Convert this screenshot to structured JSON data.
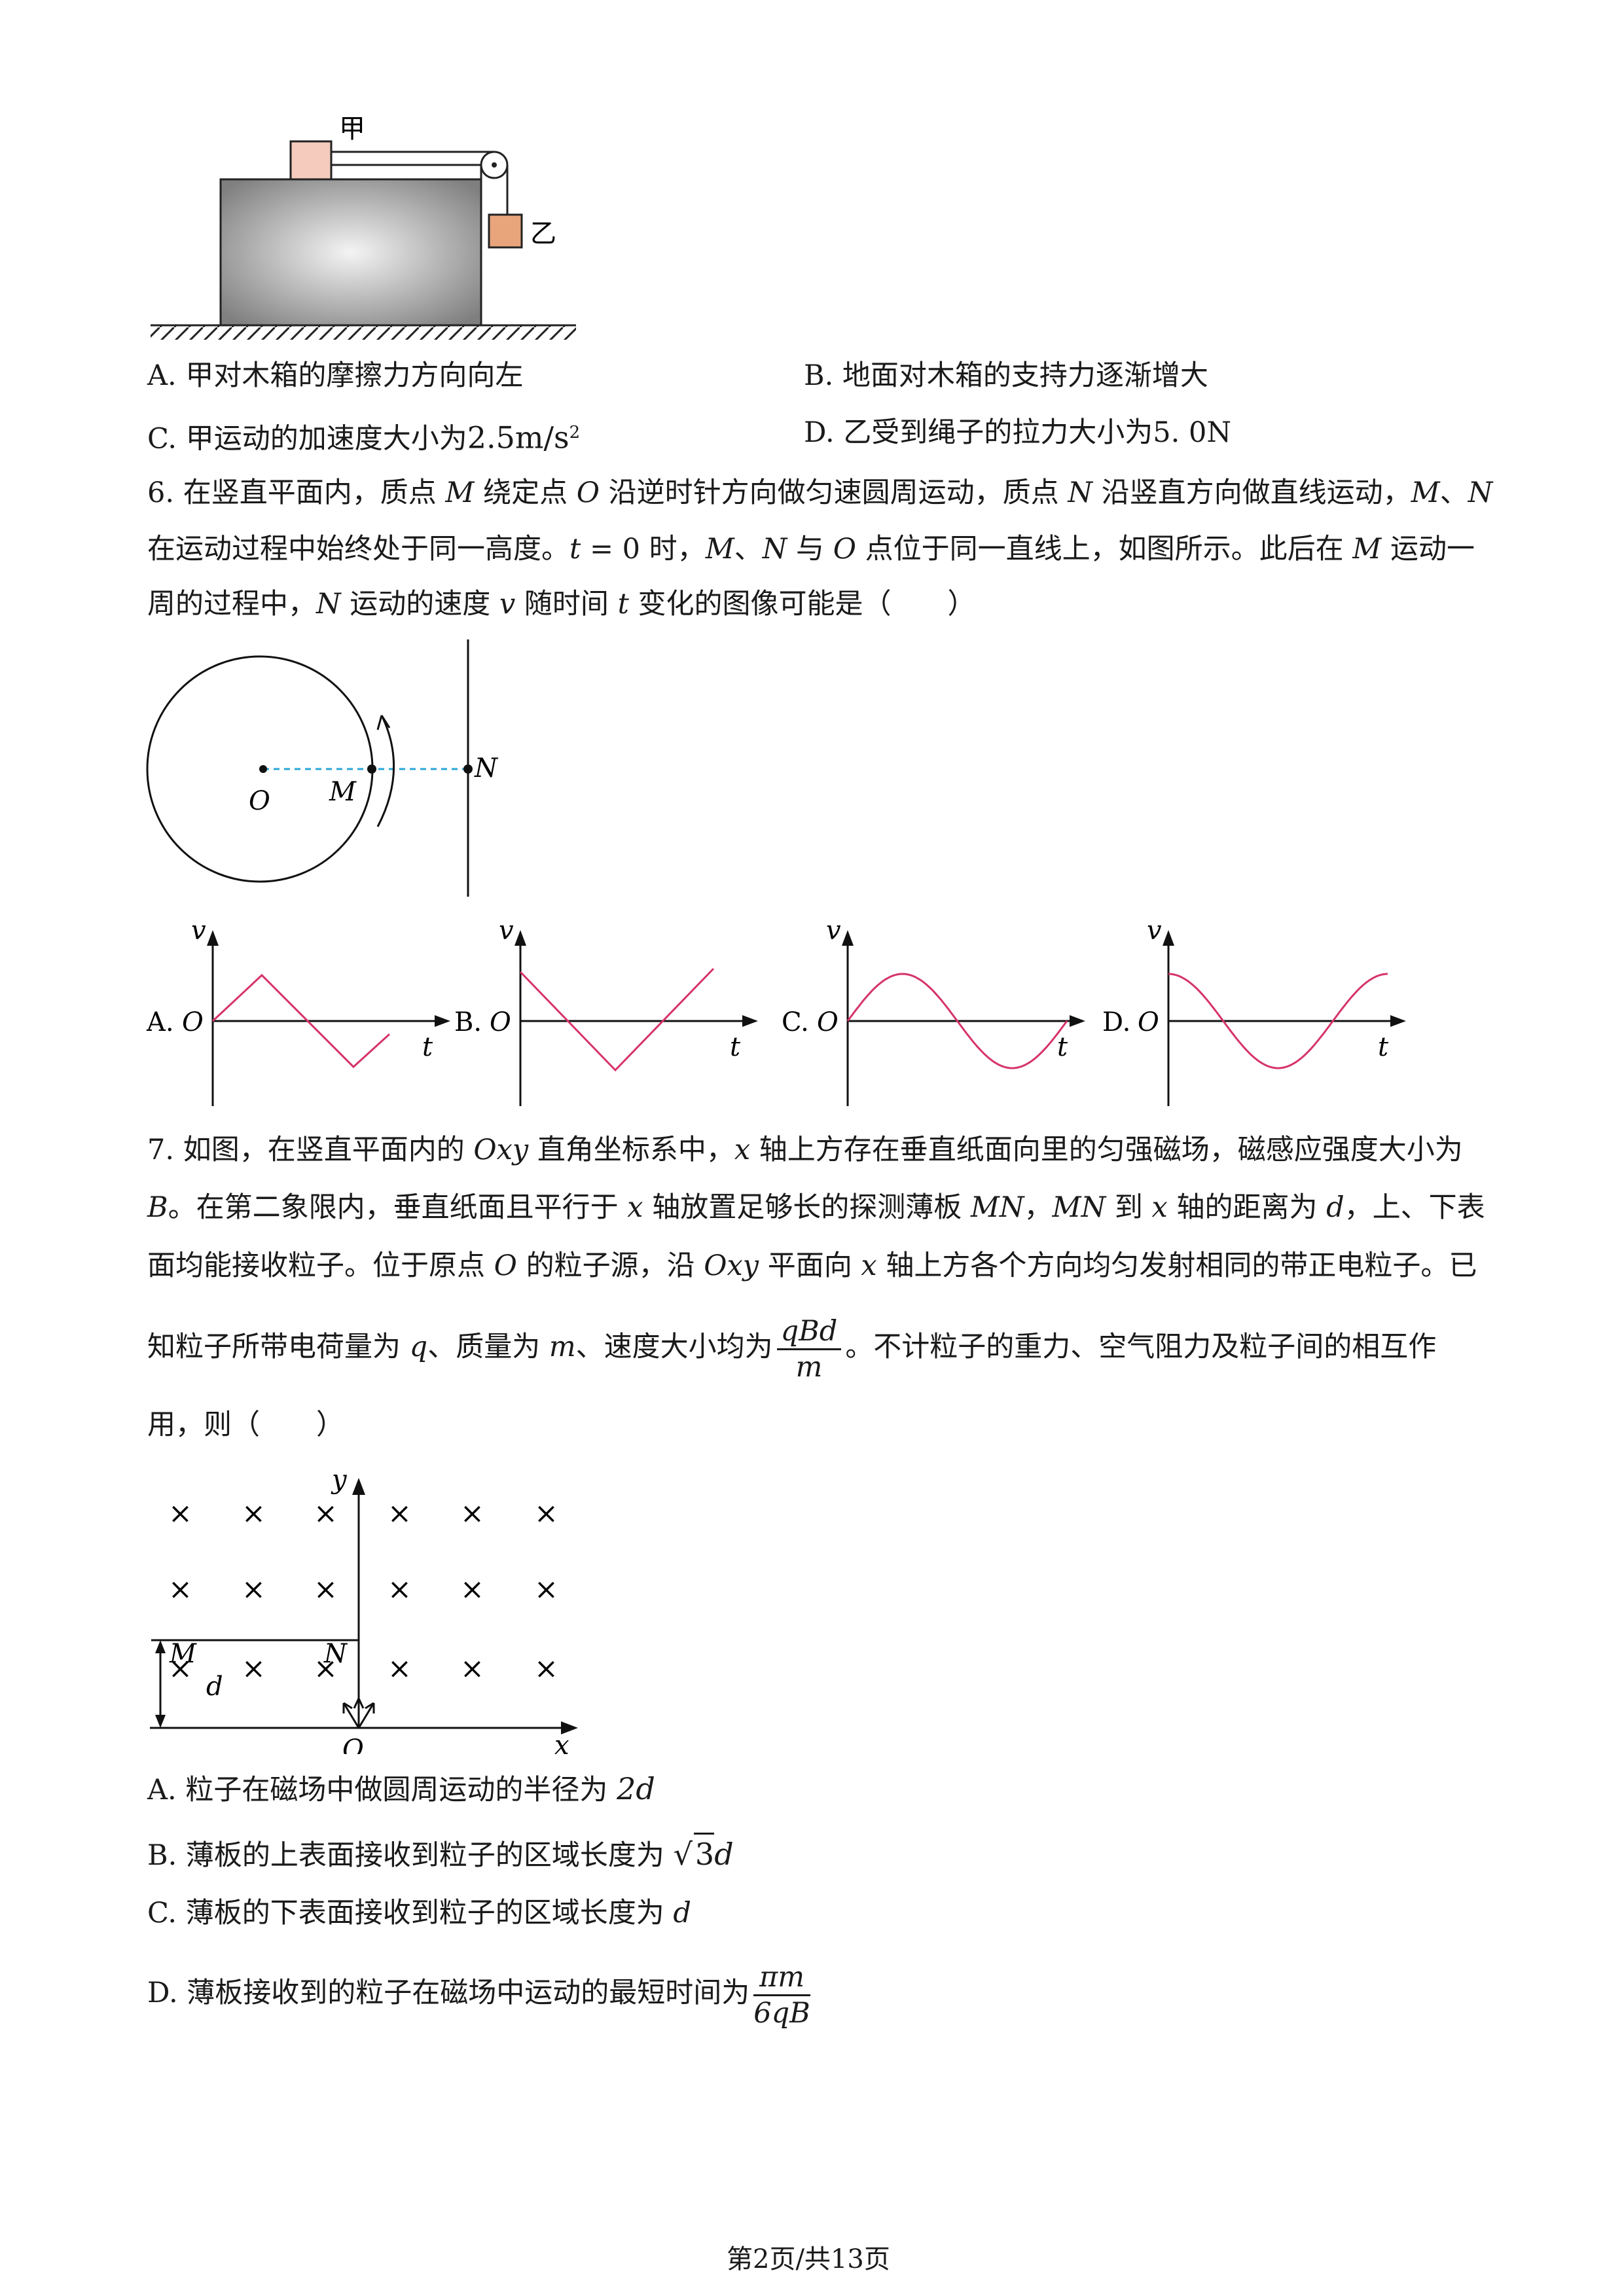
{
  "q5": {
    "fig_labels": {
      "jia": "甲",
      "yi": "乙"
    },
    "options": {
      "A": "A. 甲对木箱的摩擦力方向向左",
      "B": "B. 地面对木箱的支持力逐渐增大",
      "C_prefix": "C. 甲运动的加速度大小为",
      "C_value": "2.5m/s",
      "C_sup": "2",
      "D": "D. 乙受到绳子的拉力大小为5. 0N"
    }
  },
  "q6": {
    "line1": [
      "6. 在竖直平面内，质点 ",
      "M",
      " 绕定点 ",
      "O",
      " 沿逆时针方向做匀速圆周运动，质点 ",
      "N",
      " 沿竖直方向做直线运动，",
      "M",
      "、",
      "N"
    ],
    "line2": [
      "在运动过程中始终处于同一高度。",
      "t",
      " = 0 时，",
      "M",
      "、",
      "N",
      " 与 ",
      "O",
      " 点位于同一直线上，如图所示。此后在 ",
      "M",
      " 运动一"
    ],
    "line3": [
      "周的过程中，",
      "N",
      " 运动的速度 ",
      "v",
      " 随时间 ",
      "t",
      " 变化的图像可能是（　　）"
    ],
    "fig_labels": {
      "O": "O",
      "M": "M",
      "N": "N"
    },
    "graphs": [
      {
        "letter": "A.",
        "origin": "O",
        "v": "v",
        "t": "t",
        "shape": "triangle-start-zero"
      },
      {
        "letter": "B.",
        "origin": "O",
        "v": "v",
        "t": "t",
        "shape": "v-shape"
      },
      {
        "letter": "C.",
        "origin": "O",
        "v": "v",
        "t": "t",
        "shape": "sine"
      },
      {
        "letter": "D.",
        "origin": "O",
        "v": "v",
        "t": "t",
        "shape": "cosine"
      }
    ]
  },
  "q7": {
    "line1": [
      "7. 如图，在竖直平面内的 ",
      "Oxy",
      " 直角坐标系中，",
      "x",
      " 轴上方存在垂直纸面向里的匀强磁场，磁感应强度大小为"
    ],
    "line2": [
      "B",
      "。在第二象限内，垂直纸面且平行于 ",
      "x",
      " 轴放置足够长的探测薄板 ",
      "MN",
      "，",
      "MN",
      " 到 ",
      "x",
      " 轴的距离为 ",
      "d",
      "，上、下表"
    ],
    "line3": [
      "面均能接收粒子。位于原点 ",
      "O",
      " 的粒子源，沿 ",
      "Oxy",
      " 平面向 ",
      "x",
      " 轴上方各个方向均匀发射相同的带正电粒子。已"
    ],
    "line4_prefix": [
      "知粒子所带电荷量为 ",
      "q",
      "、质量为 ",
      "m",
      "、速度大小均为"
    ],
    "line4_frac": {
      "num": "qBd",
      "den": "m"
    },
    "line4_suffix": "。不计粒子的重力、空气阻力及粒子间的相互作",
    "line5": "用，则（　　）",
    "fig_labels": {
      "y": "y",
      "x": "x",
      "O": "O",
      "M": "M",
      "N": "N",
      "d": "d",
      "cross": "×"
    },
    "options": {
      "A_prefix": "A. 粒子在磁场中做圆周运动的半径为 ",
      "A_value": "2d",
      "B_prefix": "B. 薄板的上表面接收到粒子的区域长度为 ",
      "B_root": "3",
      "B_var": "d",
      "C_prefix": "C. 薄板的下表面接收到粒子的区域长度为 ",
      "C_var": "d",
      "D_prefix": "D. 薄板接收到的粒子在磁场中运动的最短时间为",
      "D_frac": {
        "num": "πm",
        "den": "6qB"
      }
    }
  },
  "footer": {
    "page": "第2页/共13页"
  },
  "colors": {
    "curve": "#d6336c",
    "dashed": "#2aa6d8",
    "box_jia": "#f4cbbd",
    "box_yi": "#e8a57c"
  }
}
